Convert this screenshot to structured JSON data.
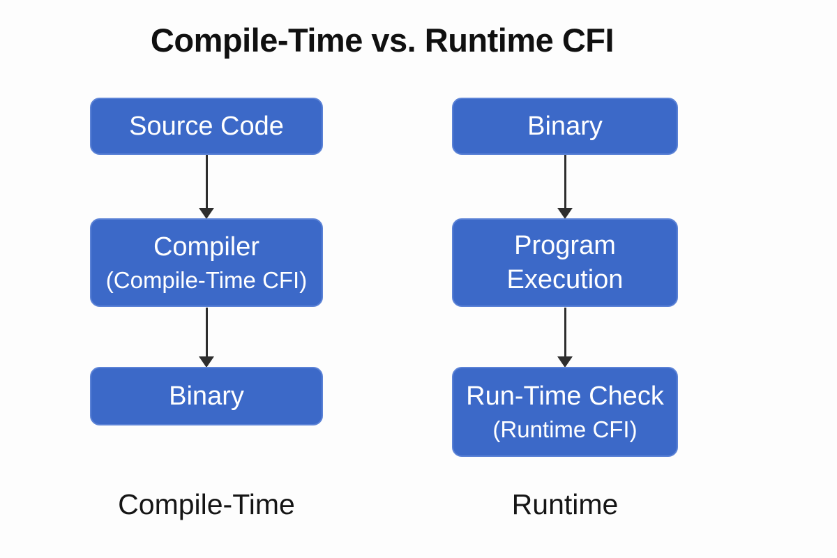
{
  "title": "Compile-Time vs. Runtime CFI",
  "colors": {
    "background": "#fdfdfd",
    "box_fill": "#3c69c8",
    "box_border": "#5b82d6",
    "box_text": "#ffffff",
    "arrow": "#2e2e2e",
    "title_text": "#101010",
    "label_text": "#151515"
  },
  "diagram": {
    "type": "flowchart",
    "columns": [
      {
        "label": "Compile-Time",
        "nodes": [
          {
            "lines": [
              "Source Code"
            ]
          },
          {
            "lines": [
              "Compiler",
              "(Compile-Time CFI)"
            ]
          },
          {
            "lines": [
              "Binary"
            ]
          }
        ]
      },
      {
        "label": "Runtime",
        "nodes": [
          {
            "lines": [
              "Binary"
            ]
          },
          {
            "lines": [
              "Program",
              "Execution"
            ]
          },
          {
            "lines": [
              "Run-Time Check",
              "(Runtime CFI)"
            ]
          }
        ]
      }
    ]
  }
}
